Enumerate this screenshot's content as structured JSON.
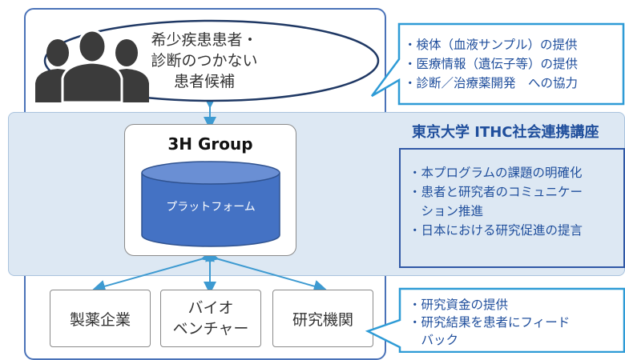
{
  "patients": {
    "lines": [
      "希少疾患患者・",
      "診断のつかない",
      "患者候補"
    ]
  },
  "patient_callout": {
    "items": [
      "・検体（血液サンプル）の提供",
      "・医療情報（遺伝子等）の提供",
      "・診断／治療薬開発　への協力"
    ]
  },
  "university": {
    "title": "東京大学 ITHC社会連携講座",
    "items": [
      "・本プログラムの課題の明確化",
      "・患者と研究者のコミュニケー",
      "　ション推進",
      "・日本における研究促進の提言"
    ]
  },
  "group": {
    "title": "3H Group",
    "platform_label": "プラットフォーム"
  },
  "partners": {
    "pharma": "製薬企業",
    "venture_line1": "バイオ",
    "venture_line2": "ベンチャー",
    "research": "研究機関"
  },
  "partner_callout": {
    "items": [
      "・研究資金の提供",
      "・研究結果を患者にフィード",
      "　バック"
    ]
  },
  "colors": {
    "outer_border": "#4a72b8",
    "band_fill": "#dde8f3",
    "callout_border": "#2e9bd6",
    "university_border": "#3058a6",
    "cylinder_fill": "#4472c4",
    "arrow": "#3d9ad1",
    "ellipse_stroke": "#1f3864",
    "silhouette": "#3b3b3b"
  },
  "icons": [
    "people-silhouette-icon",
    "database-cylinder-icon"
  ]
}
